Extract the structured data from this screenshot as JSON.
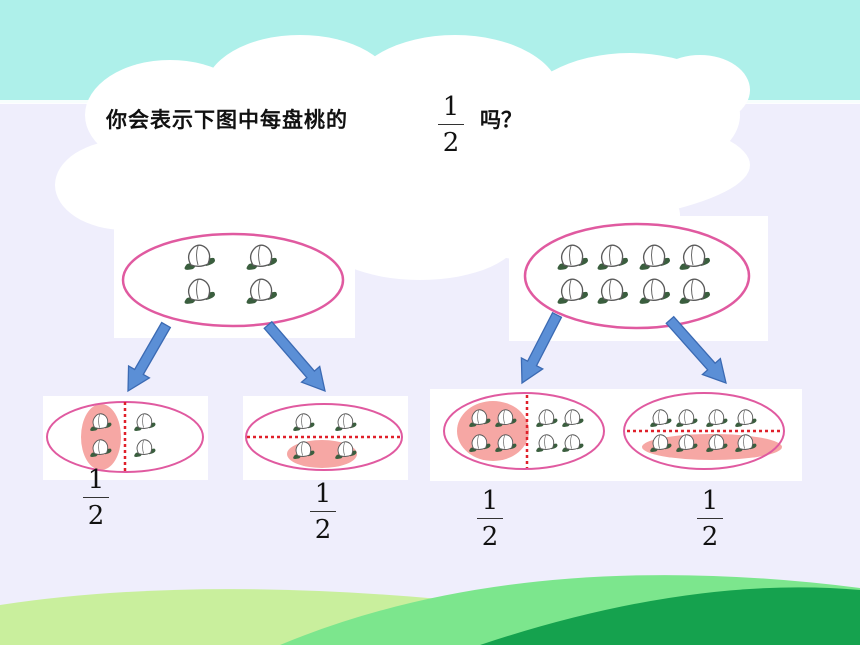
{
  "question": {
    "text": "你会表示下图中每盘桃的",
    "fraction": {
      "numerator": "1",
      "denominator": "2"
    },
    "suffix": "吗？"
  },
  "answer_fractions": [
    {
      "numerator": "1",
      "denominator": "2"
    },
    {
      "numerator": "1",
      "denominator": "2"
    },
    {
      "numerator": "1",
      "denominator": "2"
    },
    {
      "numerator": "1",
      "denominator": "2"
    }
  ],
  "colors": {
    "sky": "#aef0ea",
    "background": "#efeefc",
    "cloud": "#ffffff",
    "plate_outline": "#e05aa0",
    "arrow_fill": "#5b8fd6",
    "arrow_stroke": "#3b6ab3",
    "divider": "#e0202a",
    "highlight": "#f6a7a4",
    "hill_light": "#7ce68d",
    "hill_dark": "#15a24e"
  },
  "icons": {
    "peach": "peach-icon",
    "arrow": "down-arrow-icon"
  }
}
